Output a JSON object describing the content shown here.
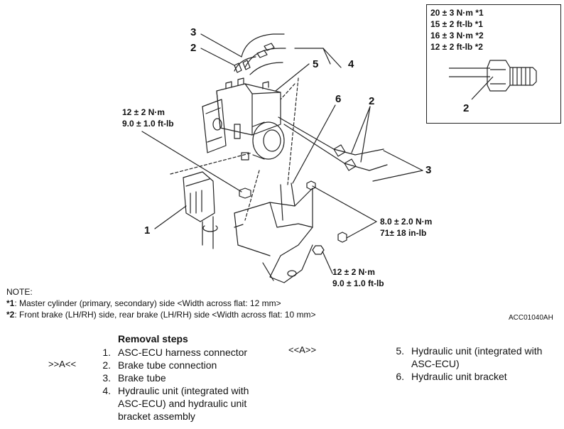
{
  "inset": {
    "torque_lines": [
      "20 ± 3 N·m *1",
      "15 ± 2 ft-lb *1",
      "16 ± 3 N·m *2",
      "12 ± 2 ft-lb *2"
    ],
    "callout": "2"
  },
  "callouts": {
    "c1": "1",
    "c2a": "2",
    "c2b": "2",
    "c3a": "3",
    "c3b": "3",
    "c4": "4",
    "c5": "5",
    "c6": "6"
  },
  "torques": {
    "t1": [
      "12 ± 2 N·m",
      "9.0 ± 1.0 ft-lb"
    ],
    "t2": [
      "8.0 ± 2.0 N·m",
      "71± 18 in-lb"
    ],
    "t3": [
      "12 ± 2 N·m",
      "9.0 ± 1.0 ft-lb"
    ]
  },
  "notes": {
    "heading": "NOTE:",
    "n1_mark": "*1",
    "n1_text": ":  Master cylinder (primary, secondary) side <Width across flat: 12 mm>",
    "n2_mark": "*2",
    "n2_text": ":  Front brake (LH/RH) side, rear brake (LH/RH) side <Width across flat: 10 mm>"
  },
  "figure_code": "ACC01040AH",
  "removal": {
    "title": "Removal steps",
    "marker_a_left": ">>A<<",
    "marker_a_right": "<<A>>",
    "left_steps": [
      {
        "num": "1.",
        "text": "ASC-ECU harness connector"
      },
      {
        "num": "2.",
        "text": "Brake tube connection"
      },
      {
        "num": "3.",
        "text": "Brake tube"
      },
      {
        "num": "4.",
        "text": "Hydraulic unit (integrated with"
      },
      {
        "num": "",
        "text": "ASC-ECU) and hydraulic unit"
      },
      {
        "num": "",
        "text": "bracket assembly"
      }
    ],
    "right_steps": [
      {
        "num": "5.",
        "text": "Hydraulic unit (integrated with"
      },
      {
        "num": "",
        "text": "ASC-ECU)"
      },
      {
        "num": "6.",
        "text": "Hydraulic unit bracket"
      }
    ]
  }
}
